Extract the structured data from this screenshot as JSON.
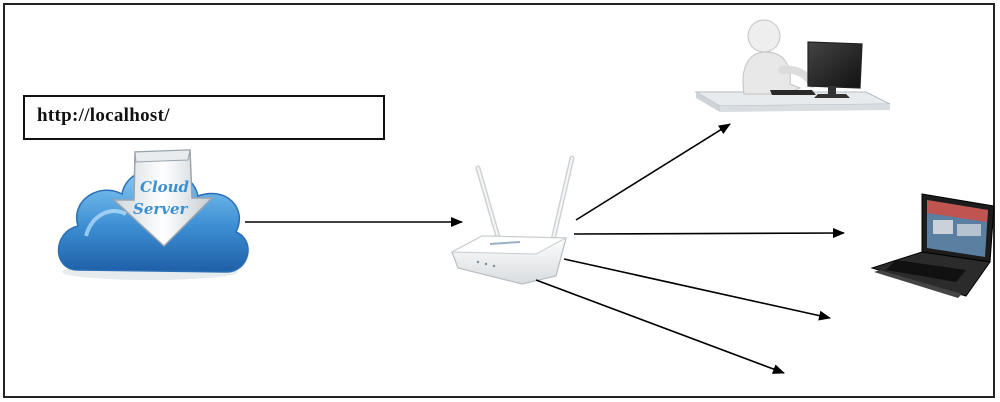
{
  "url_box": {
    "text": "http://localhost/"
  },
  "cloud_server": {
    "line1": "Cloud",
    "line2": "Server"
  },
  "colors": {
    "frame": "#222222",
    "cloud_blue": "#3d8fd4",
    "cloud_light": "#7cc0f0",
    "arrow": "#000000",
    "router_white": "#f2f2f2"
  },
  "icons": {
    "cloud": "cloud-server-icon",
    "router": "wifi-router-icon",
    "desktop_user": "desktop-user-icon",
    "laptop": "laptop-icon"
  }
}
